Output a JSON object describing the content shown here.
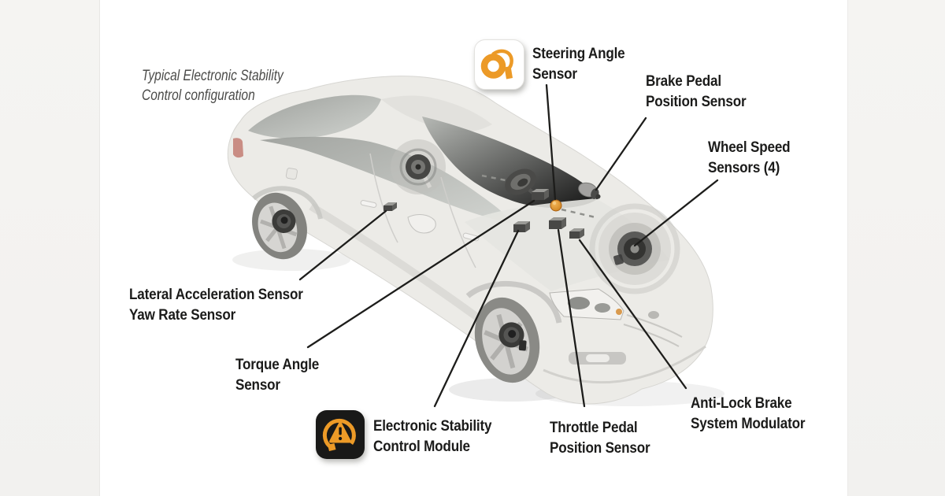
{
  "title": {
    "line1": "Typical Electronic Stability",
    "line2": "Control configuration"
  },
  "labels": {
    "steering_angle": {
      "line1": "Steering Angle",
      "line2": "Sensor"
    },
    "brake_pedal": {
      "line1": "Brake Pedal",
      "line2": "Position Sensor"
    },
    "wheel_speed": {
      "line1": "Wheel Speed",
      "line2": "Sensors (4)"
    },
    "lateral_yaw": {
      "line1": "Lateral Acceleration Sensor",
      "line2": "Yaw Rate Sensor"
    },
    "torque_angle": {
      "line1": "Torque Angle",
      "line2": "Sensor"
    },
    "esc_module": {
      "line1": "Electronic Stability",
      "line2": "Control Module"
    },
    "throttle_pedal": {
      "line1": "Throttle Pedal",
      "line2": "Position Sensor"
    },
    "abs_modulator": {
      "line1": "Anti-Lock Brake",
      "line2": "System Modulator"
    }
  },
  "icons": {
    "steering_angle_sensor": "clock-spring-rotation-icon",
    "esc_module": "esc-warning-triangle-icon"
  },
  "colors": {
    "accent_orange": "#EC9A27",
    "sensor_dot_orange": "#E08B1F",
    "leader_line": "#1D1D1B",
    "label_text": "#1B1B1A",
    "title_text": "#4B4B49",
    "esc_icon_bg": "#191918",
    "steering_icon_bg": "#FFFFFF",
    "side_panel": "#F4F3F1",
    "car_body": "#ECEBE7",
    "glass": "#A6A7A3"
  }
}
